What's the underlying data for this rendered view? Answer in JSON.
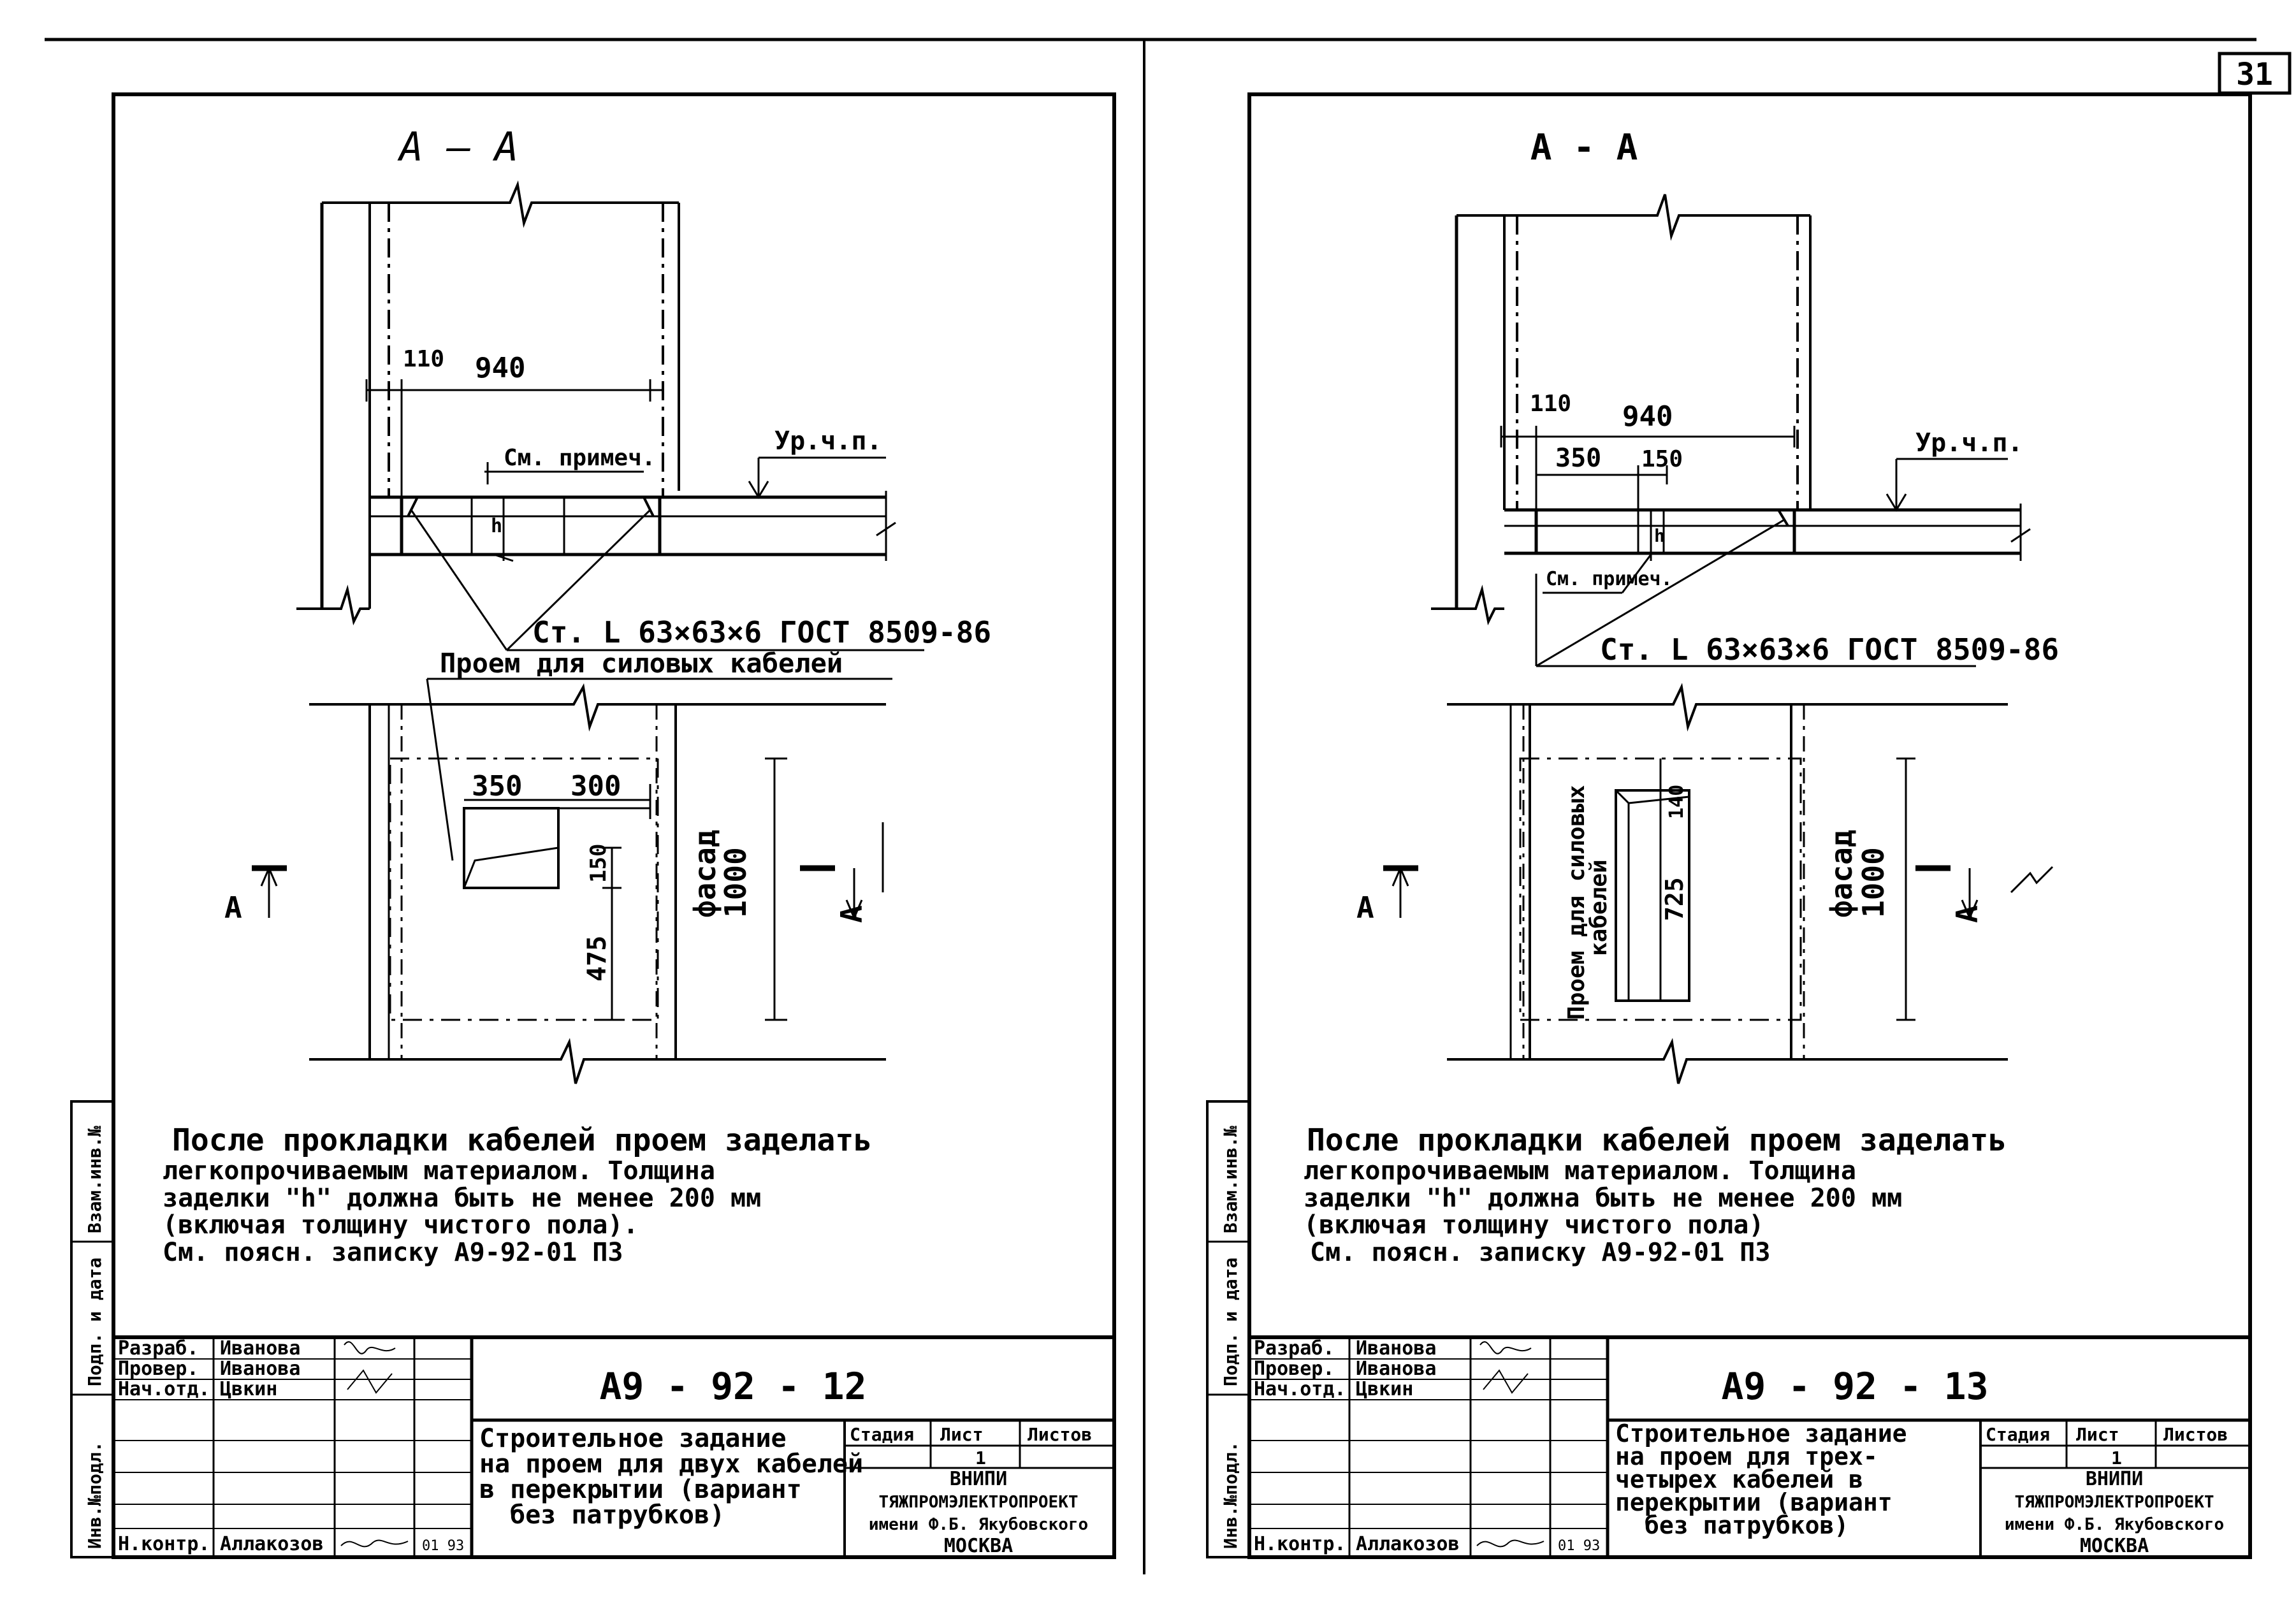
{
  "page_number": "31",
  "sheets": [
    {
      "section_title": "А – А",
      "dims": {
        "d110": "110",
        "d940": "940",
        "d350": "350",
        "d300": "300",
        "d150": "150",
        "d475": "475",
        "d1000": "1000"
      },
      "see_note": "См. примеч.",
      "floor_level": "Ур.ч.п.",
      "h_mark": "h",
      "steel_callout": "Ст. L 63×63×6  ГОСТ 8509-86",
      "opening_callout": "Проем для силовых кабелей",
      "facade_label": "фасад",
      "section_mark": "А",
      "note_lines": [
        "После прокладки кабелей проем заделать",
        "легкопрочиваемым материалом. Толщина",
        "заделки \"h\" должна быть не менее 200 мм",
        "(включая толщину чистого пола).",
        "См. поясн. записку А9-92-01 ПЗ"
      ],
      "side_labels": [
        "Инв.№подл.",
        "Подп. и дата",
        "Взам.инв.№"
      ],
      "titleblock": {
        "rows": [
          {
            "role": "Разраб.",
            "name": "Иванова"
          },
          {
            "role": "Провер.",
            "name": "Иванова"
          },
          {
            "role": "Нач.отд.",
            "name": "Цвкин"
          },
          {
            "role": "Н.контр.",
            "name": "Аллакозов",
            "date": "01 93"
          }
        ],
        "code": "А9 - 92 - 12",
        "description_lines": [
          "Строительное задание",
          "на проем для двух кабелей",
          "в перекрытии (вариант",
          "без патрубков)"
        ],
        "stage_label": "Стадия",
        "sheet_label": "Лист",
        "sheets_label": "Листов",
        "sheet_value": "1",
        "org_lines": [
          "ВНИПИ",
          "ТЯЖПРОМЭЛЕКТРОПРОЕКТ",
          "имени Ф.Б. Якубовского",
          "МОСКВА"
        ]
      }
    },
    {
      "section_title": "А - А",
      "dims": {
        "d110": "110",
        "d940": "940",
        "d350": "350",
        "d150": "150",
        "d140": "140",
        "d725": "725",
        "d1000": "1000"
      },
      "see_note": "См. примеч.",
      "floor_level": "Ур.ч.п.",
      "h_mark": "h",
      "steel_callout": "Ст. L 63×63×6  ГОСТ 8509-86",
      "opening_callout_line1": "Проем для силовых",
      "opening_callout_line2": "кабелей",
      "facade_label": "фасад",
      "section_mark": "А",
      "note_lines": [
        "После прокладки кабелей проем заделать",
        "легкопрочиваемым материалом. Толщина",
        "заделки \"h\" должна быть не менее 200 мм",
        "(включая толщину чистого пола)",
        "См. поясн. записку А9-92-01 ПЗ"
      ],
      "side_labels": [
        "Инв.№подл.",
        "Подп. и дата",
        "Взам.инв.№"
      ],
      "titleblock": {
        "rows": [
          {
            "role": "Разраб.",
            "name": "Иванова"
          },
          {
            "role": "Провер.",
            "name": "Иванова"
          },
          {
            "role": "Нач.отд.",
            "name": "Цвкин"
          },
          {
            "role": "Н.контр.",
            "name": "Аллакозов",
            "date": "01 93"
          }
        ],
        "code": "А9 - 92 - 13",
        "description_lines": [
          "Строительное задание",
          "на проем для трех-",
          "четырех кабелей в",
          "перекрытии (вариант",
          "без патрубков)"
        ],
        "stage_label": "Стадия",
        "sheet_label": "Лист",
        "sheets_label": "Листов",
        "sheet_value": "1",
        "org_lines": [
          "ВНИПИ",
          "ТЯЖПРОМЭЛЕКТРОПРОЕКТ",
          "имени Ф.Б. Якубовского",
          "МОСКВА"
        ]
      }
    }
  ]
}
